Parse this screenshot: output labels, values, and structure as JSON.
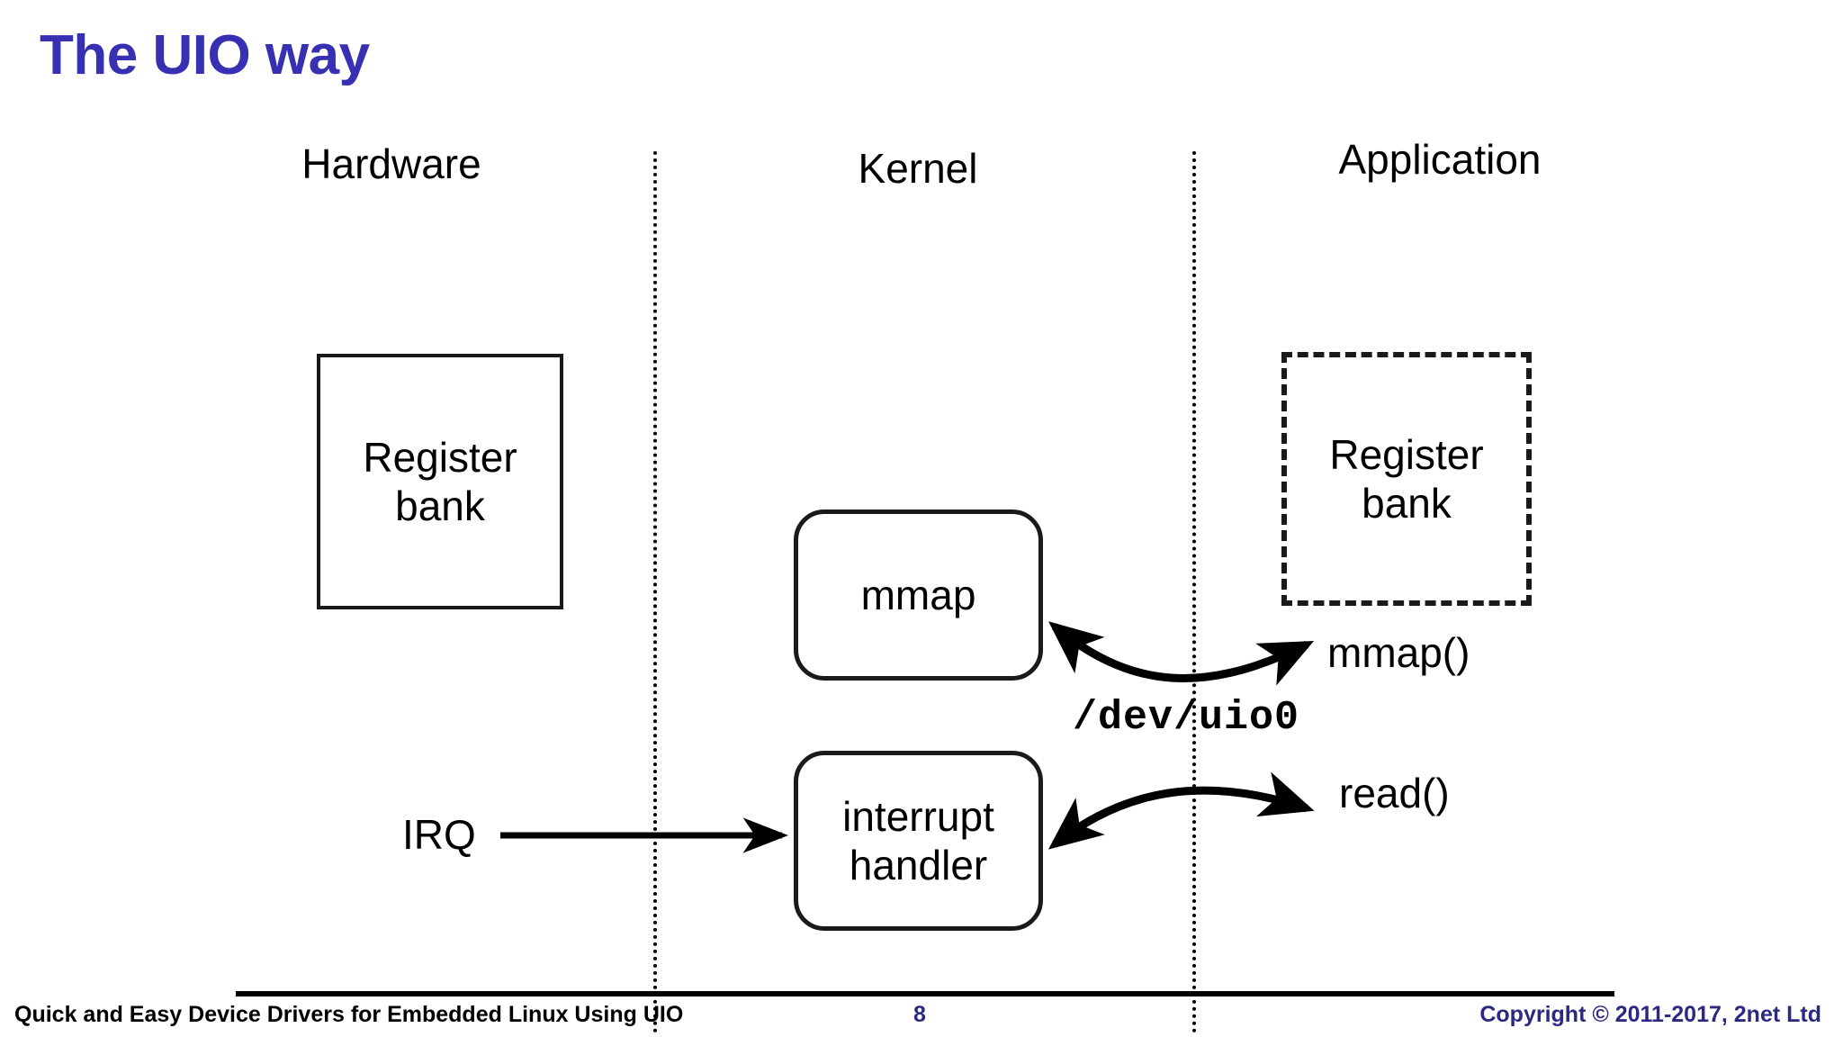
{
  "slide": {
    "title": "The UIO way",
    "title_color": "#3730b3"
  },
  "columns": [
    {
      "id": "hardware",
      "label": "Hardware"
    },
    {
      "id": "kernel",
      "label": "Kernel"
    },
    {
      "id": "application",
      "label": "Application"
    }
  ],
  "boxes": {
    "register_hardware": {
      "line1": "Register",
      "line2": "bank",
      "border_style": "solid"
    },
    "register_application": {
      "line1": "Register",
      "line2": "bank",
      "border_style": "dashed"
    },
    "mmap": {
      "line1": "mmap",
      "border_style": "rounded-solid"
    },
    "interrupt_handler": {
      "line1": "interrupt",
      "line2": "handler",
      "border_style": "rounded-solid"
    }
  },
  "labels": {
    "irq": "IRQ",
    "dev_node": "/dev/uio0",
    "mmap_call": "mmap()",
    "read_call": "read()"
  },
  "arrows": [
    {
      "id": "irq-arrow",
      "from": "IRQ",
      "to": "interrupt handler",
      "heads": "single"
    },
    {
      "id": "mmap-arrow",
      "from": "mmap",
      "to": "mmap()",
      "heads": "double"
    },
    {
      "id": "read-arrow",
      "from": "interrupt handler",
      "to": "read()",
      "heads": "double"
    }
  ],
  "footer": {
    "left": "Quick and Easy Device Drivers for Embedded Linux Using UIO",
    "page": "8",
    "right": "Copyright © 2011-2017, 2net Ltd",
    "accent_color": "#2c2a80"
  }
}
